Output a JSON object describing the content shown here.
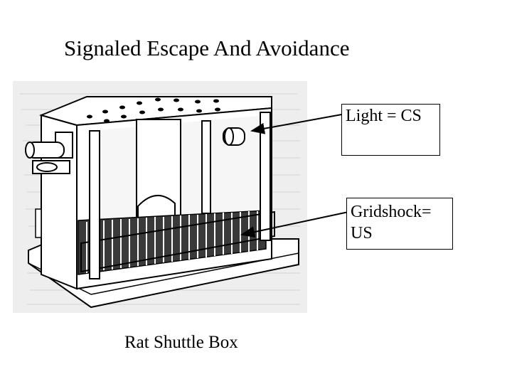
{
  "slide": {
    "title": "Signaled Escape And Avoidance",
    "caption": "Rat Shuttle Box"
  },
  "labels": {
    "light": "Light = CS",
    "gridshock_line1": "Gridshock=",
    "gridshock_line2": "US"
  },
  "colors": {
    "background": "#ffffff",
    "ink": "#000000",
    "photo_bg": "#eeeeee",
    "box_fill": "#ffffff",
    "grid_fill": "#3a3a3a"
  }
}
